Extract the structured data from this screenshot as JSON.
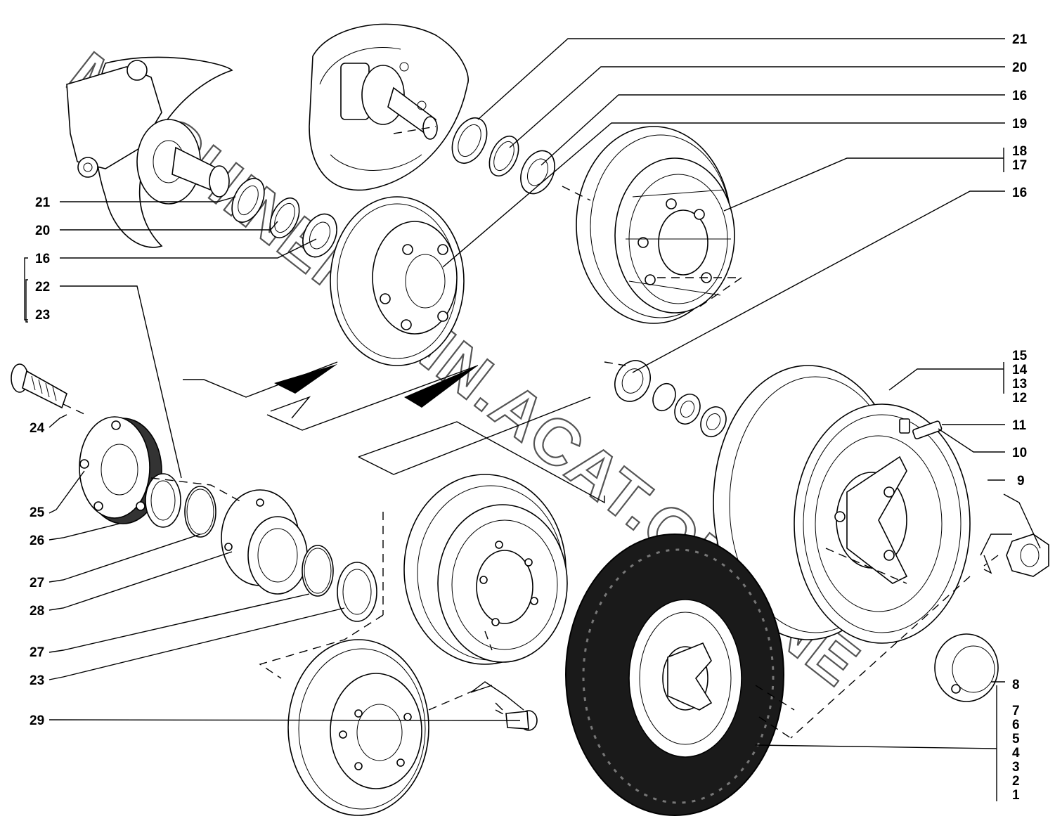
{
  "watermark": "MACHINERY-NN.ACAT.ONLINE",
  "callouts": {
    "c21a": "21",
    "c20a": "20",
    "c16a": "16",
    "c19": "19",
    "c18": "18",
    "c17": "17",
    "c16b": "16",
    "c15": "15",
    "c14": "14",
    "c13": "13",
    "c12": "12",
    "c11": "11",
    "c10": "10",
    "c9": "9",
    "c8": "8",
    "c7": "7",
    "c6": "6",
    "c5": "5",
    "c4": "4",
    "c3": "3",
    "c2": "2",
    "c1": "1",
    "c21b": "21",
    "c20b": "20",
    "c16c": "16",
    "c22": "22",
    "c23a": "23",
    "c24": "24",
    "c25": "25",
    "c26": "26",
    "c27a": "27",
    "c28": "28",
    "c27b": "27",
    "c23b": "23",
    "c29": "29"
  },
  "colors": {
    "ink": "#000000",
    "paper": "#ffffff",
    "watermark": "#555555",
    "tire": "#1a1a1a"
  }
}
